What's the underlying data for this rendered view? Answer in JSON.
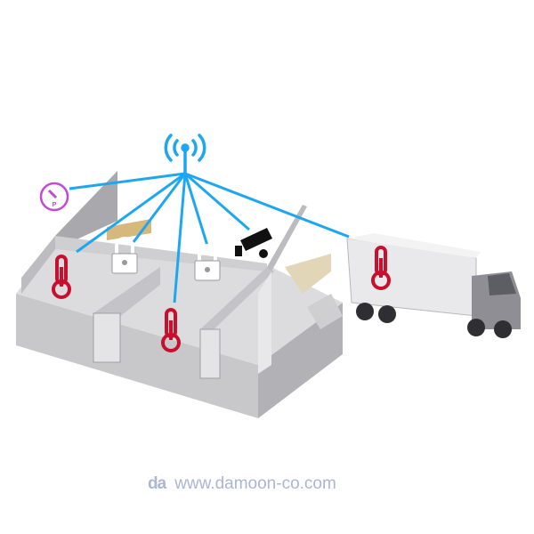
{
  "illustration": {
    "title": "Cold storage warehouse IoT monitoring",
    "gauge_label": "P",
    "icons": [
      "antenna-icon",
      "pressure-gauge-icon",
      "thermometer-icon",
      "lock-icon",
      "security-camera-icon",
      "truck"
    ]
  },
  "watermark": {
    "logo_text": "da",
    "url": "www.damoon-co.com"
  },
  "colors": {
    "signal": "#1ea7f0",
    "thermometer": "#c8102e",
    "gauge": "#c24ad6",
    "watermark": "#aab6d2"
  }
}
